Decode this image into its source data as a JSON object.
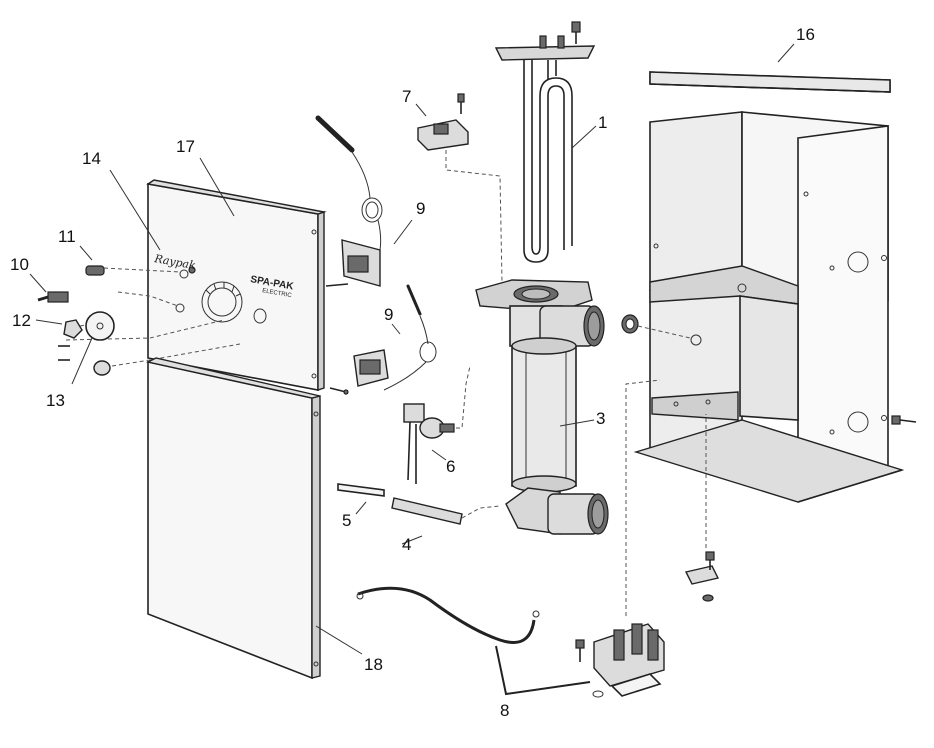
{
  "callouts": {
    "c1": "1",
    "c3": "3",
    "c4": "4",
    "c5": "5",
    "c6": "6",
    "c7": "7",
    "c8": "8",
    "c9a": "9",
    "c9b": "9",
    "c10": "10",
    "c11": "11",
    "c12": "12",
    "c13": "13",
    "c14": "14",
    "c16": "16",
    "c17": "17",
    "c18": "18"
  },
  "panel_marks": {
    "brand": "Raypak",
    "product": "SPA-PAK",
    "subtitle": "ELECTRIC"
  }
}
